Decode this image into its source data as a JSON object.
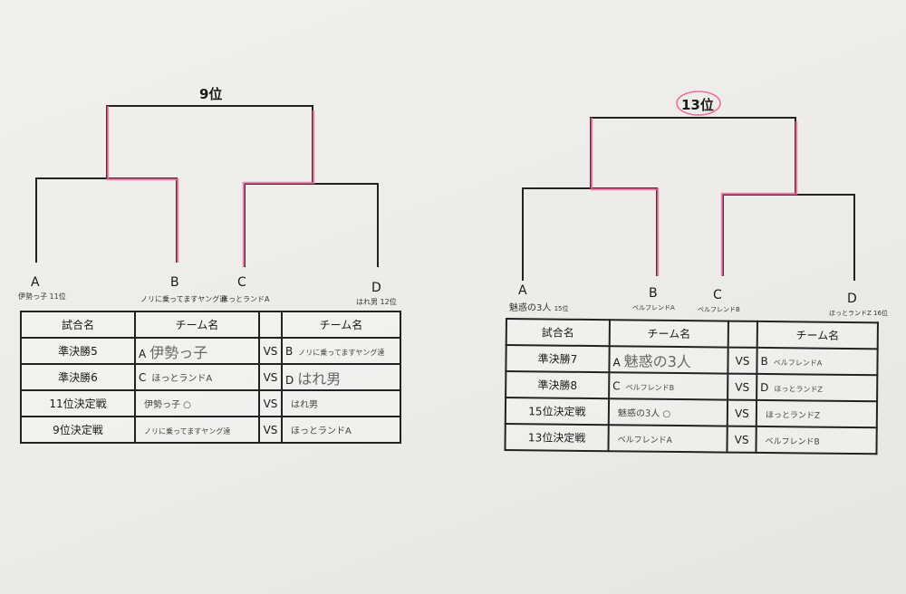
{
  "left": {
    "title": "9位",
    "teams": [
      {
        "slot": "A",
        "name": "伊勢っ子",
        "rank": "11位"
      },
      {
        "slot": "B",
        "name": "ノリに乗ってますヤング達"
      },
      {
        "slot": "C",
        "name": "ほっとランドA"
      },
      {
        "slot": "D",
        "name": "はれ男",
        "rank": "12位"
      }
    ],
    "table": {
      "headers": [
        "試合名",
        "チーム名",
        "",
        "チーム名"
      ],
      "rows": [
        {
          "match": "準決勝5",
          "slot1": "A",
          "team1": "伊勢っ子",
          "vs": "VS",
          "slot2": "B",
          "team2": "ノリに乗ってますヤング達"
        },
        {
          "match": "準決勝6",
          "slot1": "C",
          "team1": "ほっとランドA",
          "vs": "VS",
          "slot2": "D",
          "team2": "はれ男"
        },
        {
          "match": "11位決定戦",
          "slot1": "",
          "team1": "伊勢っ子 ○",
          "vs": "VS",
          "slot2": "",
          "team2": "はれ男"
        },
        {
          "match": "9位決定戦",
          "slot1": "",
          "team1": "ノリに乗ってますヤング達",
          "vs": "VS",
          "slot2": "",
          "team2": "ほっとランドA"
        }
      ]
    }
  },
  "right": {
    "title": "13位",
    "teams": [
      {
        "slot": "A",
        "name": "魅惑の3人",
        "rank": "15位"
      },
      {
        "slot": "B",
        "name": "ベルフレンドA"
      },
      {
        "slot": "C",
        "name": "ベルフレンドB"
      },
      {
        "slot": "D",
        "name": "ほっとランドZ",
        "rank": "16位"
      }
    ],
    "table": {
      "headers": [
        "試合名",
        "チーム名",
        "",
        "チーム名"
      ],
      "rows": [
        {
          "match": "準決勝7",
          "slot1": "A",
          "team1": "魅惑の3人",
          "vs": "VS",
          "slot2": "B",
          "team2": "ベルフレンドA"
        },
        {
          "match": "準決勝8",
          "slot1": "C",
          "team1": "ベルフレンドB",
          "vs": "VS",
          "slot2": "D",
          "team2": "ほっとランドZ"
        },
        {
          "match": "15位決定戦",
          "slot1": "",
          "team1": "魅惑の3人 ○",
          "vs": "VS",
          "slot2": "",
          "team2": "ほっとランドZ"
        },
        {
          "match": "13位決定戦",
          "slot1": "",
          "team1": "ベルフレンドA",
          "vs": "VS",
          "slot2": "",
          "team2": "ベルフレンドB"
        }
      ]
    }
  },
  "colors": {
    "winner_line": "#f06aa0",
    "line": "#222222"
  }
}
